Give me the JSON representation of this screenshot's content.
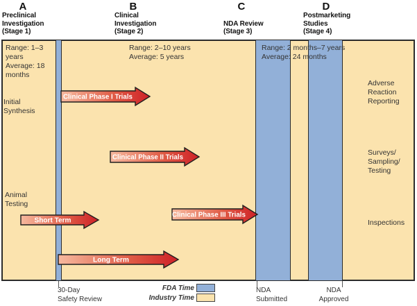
{
  "figure": {
    "stages": [
      {
        "letter": "A",
        "title": "Preclinical\nInvestigation\n(Stage 1)"
      },
      {
        "letter": "B",
        "title": "Clinical\nInvestigation\n(Stage 2)"
      },
      {
        "letter": "C",
        "title": "NDA Review\n(Stage 3)"
      },
      {
        "letter": "D",
        "title": "Postmarketing\nStudies\n(Stage 4)"
      }
    ],
    "panels": {
      "stage1_range": "Range: 1–3\nyears\nAverage: 18\nmonths",
      "stage2_range": "Range: 2–10 years\nAverage: 5 years",
      "stage3_range": "Range: 2 months–7 years\nAverage: 24 months",
      "initial_synthesis": "Initial\nSynthesis",
      "animal_testing": "Animal\nTesting",
      "adverse_reaction": "Adverse\nReaction\nReporting",
      "surveys": "Surveys/\nSampling/\nTesting",
      "inspections": "Inspections"
    },
    "arrows": [
      {
        "label": "Clinical Phase I Trials"
      },
      {
        "label": "Clinical Phase II Trials"
      },
      {
        "label": "Clinical Phase III Trials"
      },
      {
        "label": "Short Term"
      },
      {
        "label": "Long Term"
      }
    ],
    "footer": {
      "safety_review": "30-Day\nSafety Review",
      "nda_submitted": "NDA\nSubmitted",
      "nda_approved": "NDA\nApproved"
    },
    "legend": {
      "fda_label": "FDA Time",
      "industry_label": "Industry Time",
      "fda_color": "#92b0d8",
      "industry_color": "#fbe3ae"
    },
    "colors": {
      "background_tan": "#fbe3ae",
      "fda_blue": "#92b0d8",
      "arrow_gradient_start": "#f3ab91",
      "arrow_gradient_end": "#ce2127",
      "outline": "#2b2b2b"
    }
  }
}
